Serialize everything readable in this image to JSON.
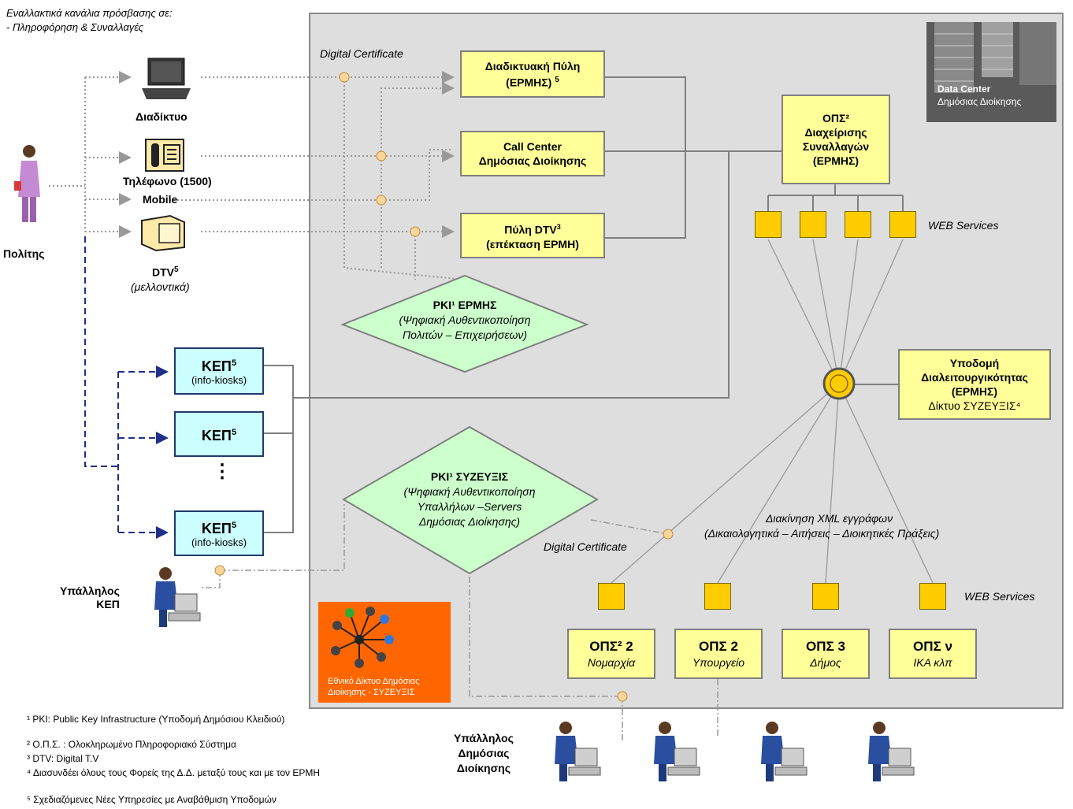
{
  "header": {
    "line1": "Εναλλακτικά κανάλια πρόσβασης σε:",
    "line2": "-  Πληροφόρηση & Συναλλαγές"
  },
  "citizen": {
    "label": "Πολίτης"
  },
  "channels": {
    "internet": "Διαδίκτυο",
    "phone": "Τηλέφωνο (1500)",
    "mobile": "Mobile",
    "dtv": "DTV",
    "dtv_sup": "5",
    "dtv_future": "(μελλοντικά)"
  },
  "digital_certificate_top": "Digital Certificate",
  "digital_certificate_bottom": "Digital Certificate",
  "boxes": {
    "portal": {
      "line1": "Διαδικτυακή Πύλη",
      "line2": "(ΕΡΜΗΣ)",
      "sup": "5"
    },
    "callcenter": {
      "line1": "Call Center",
      "line2": "Δημόσιας Διοίκησης"
    },
    "dtvportal": {
      "line1": "Πύλη DTV",
      "sup": "3",
      "line2": "(επέκταση ΕΡΜΗ)"
    },
    "ops_main": {
      "line1": "ΟΠΣ²",
      "line2": "Διαχείρισης",
      "line3": "Συναλλαγών",
      "line4": "(ΕΡΜΗΣ)"
    },
    "infra": {
      "line1": "Υποδομή",
      "line2": "Διαλειτουργικότητας",
      "line3": "(ΕΡΜΗΣ)",
      "line4": "Δίκτυο ΣΥΖΕΥΞΙΣ⁴"
    }
  },
  "web_services_top": "WEB Services",
  "web_services_bottom": "WEB Services",
  "pki_ermis": {
    "title": "PKI¹ ΕΡΜΗΣ",
    "line1": "(Ψηφιακή Αυθεντικοποίηση",
    "line2": "Πολιτών – Επιχειρήσεων)"
  },
  "pki_syzefxis": {
    "title": "PKI¹ ΣΥΖΕΥΞΙΣ",
    "line1": "(Ψηφιακή Αυθεντικοποίηση",
    "line2": "Υπαλλήλων –Servers",
    "line3": "Δημόσιας Διοίκησης)"
  },
  "kep": {
    "k1": {
      "title": "ΚΕΠ",
      "sup": "5",
      "sub": "(info-kiosks)"
    },
    "k2": {
      "title": "ΚΕΠ",
      "sup": "5"
    },
    "dots": "⋮",
    "k3": {
      "title": "ΚΕΠ",
      "sup": "5",
      "sub": "(info-kiosks)"
    }
  },
  "kep_employee": {
    "line1": "Υπάλληλος",
    "line2": "ΚΕΠ"
  },
  "public_employee": {
    "line1": "Υπάλληλος",
    "line2": "Δημόσιας",
    "line3": "Διοίκησης"
  },
  "xml": {
    "line1": "Διακίνηση XML εγγράφων",
    "line2": "(Δικαιολογητικά – Αιτήσεις – Διοικητικές Πράξεις)"
  },
  "ops_boxes": [
    {
      "title": "ΟΠΣ² 2",
      "sub": "Νομαρχία"
    },
    {
      "title": "ΟΠΣ 2",
      "sub": "Υπουργείο"
    },
    {
      "title": "ΟΠΣ 3",
      "sub": "Δήμος"
    },
    {
      "title": "ΟΠΣ ν",
      "sub": "ΙΚΑ κλπ"
    }
  ],
  "datacenter": {
    "line1": "Data Center",
    "line2": "Δημόσιας Διοίκησης"
  },
  "syzefxis_logo": {
    "line1": "Εθνικό Δίκτυο Δημόσιας",
    "line2": "Διοίκησης - ΣΥΖΕΥΞΙΣ"
  },
  "footnotes": {
    "f1": "¹ PKI: Public Key Infrastructure (Υποδομή Δημόσιου Κλειδιού)",
    "f2": "² Ο.Π.Σ. : Ολοκληρωμένο Πληροφοριακό Σύστημα",
    "f3": "³ DTV: Digital T.V",
    "f4": "⁴ Διασυνδέει όλους τους Φορείς της Δ.Δ. μεταξύ τους και με τον ΕΡΜΗ",
    "f5": "⁵ Σχεδιαζόμενες Νέες Υπηρεσίες με Αναβάθμιση Υποδομών"
  }
}
